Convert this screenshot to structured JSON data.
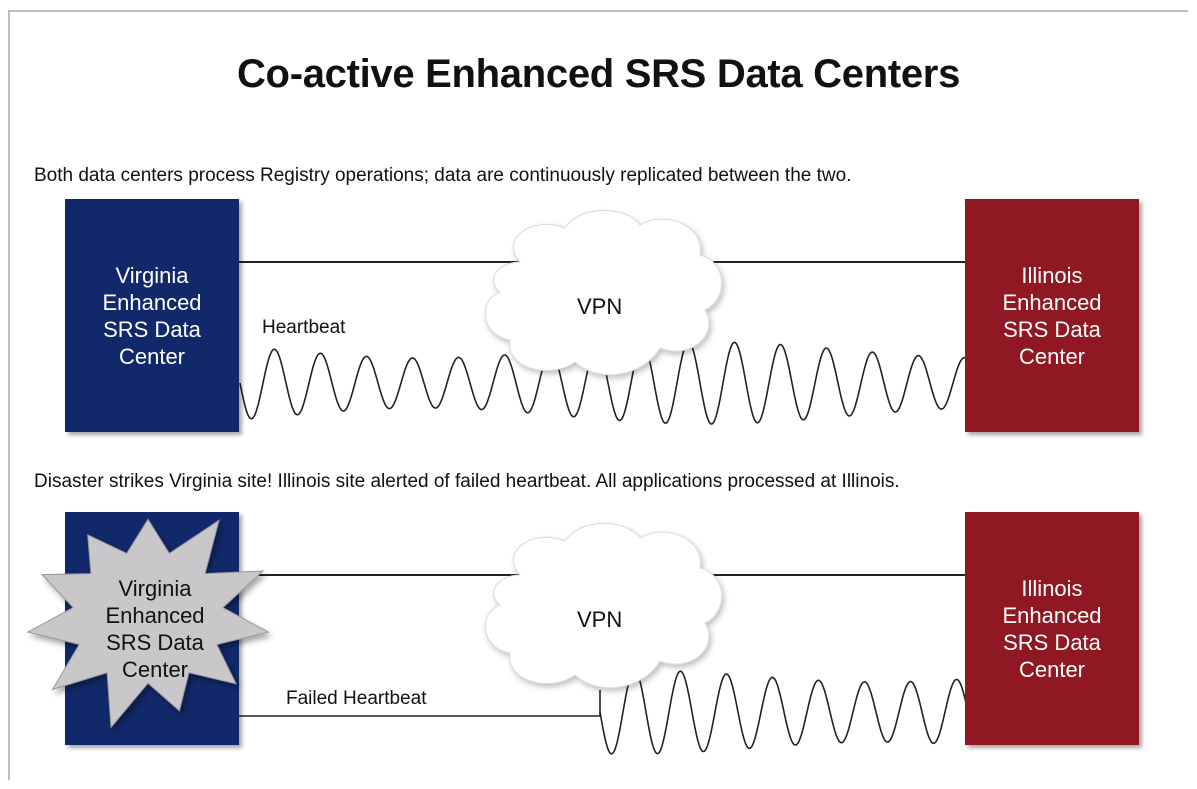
{
  "title": "Co-active Enhanced SRS Data Centers",
  "scenario_normal": {
    "caption": "Both data centers process Registry operations; data are continuously replicated between the two.",
    "virginia_label": "Virginia\nEnhanced\nSRS Data\nCenter",
    "illinois_label": "Illinois\nEnhanced\nSRS Data\nCenter",
    "vpn_label": "VPN",
    "heartbeat_label": "Heartbeat"
  },
  "scenario_disaster": {
    "caption": "Disaster strikes Virginia site! Illinois site alerted of failed heartbeat. All applications processed  at Illinois.",
    "virginia_label": "Virginia\nEnhanced\nSRS Data\nCenter",
    "illinois_label": "Illinois\nEnhanced\nSRS Data\nCenter",
    "vpn_label": "VPN",
    "heartbeat_label": "Failed Heartbeat"
  },
  "colors": {
    "virginia": "#11296b",
    "illinois": "#8f1822",
    "burst": "#c9c7c9",
    "line": "#222222"
  }
}
